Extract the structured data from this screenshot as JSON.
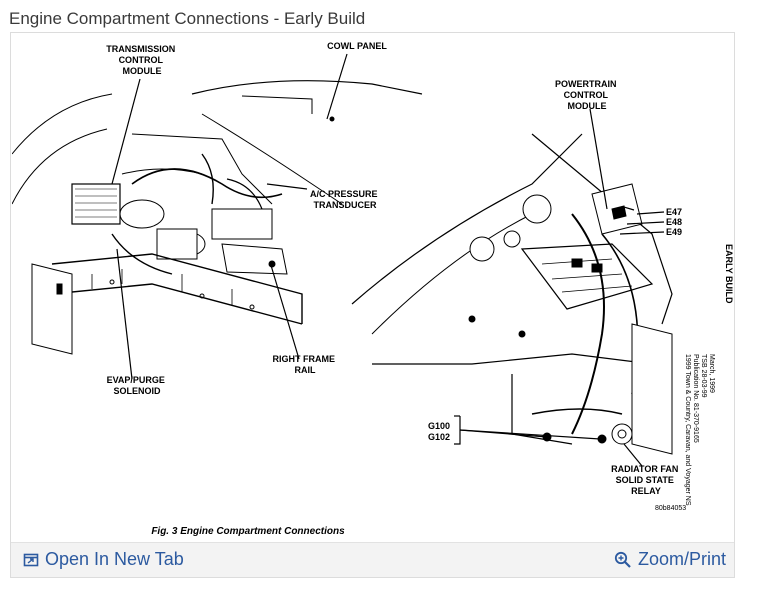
{
  "page": {
    "title": "Engine Compartment Connections - Early Build"
  },
  "diagram": {
    "labels": {
      "tcm": [
        "TRANSMISSION",
        "CONTROL",
        "MODULE"
      ],
      "cowl": "COWL PANEL",
      "ac": [
        "A/C PRESSURE",
        "TRANSDUCER"
      ],
      "frame": [
        "RIGHT FRAME",
        "RAIL"
      ],
      "evap": [
        "EVAP/PURGE",
        "SOLENOID"
      ],
      "pcm": [
        "POWERTRAIN",
        "CONTROL",
        "MODULE"
      ],
      "connectors": [
        "E47",
        "E48",
        "E49"
      ],
      "grounds": [
        "G100",
        "G102"
      ],
      "relay": [
        "RADIATOR FAN",
        "SOLID STATE",
        "RELAY"
      ],
      "figure_id": "80b84053",
      "caption": "Fig. 3 Engine Compartment Connections",
      "side_title": "EARLY BUILD",
      "side_note": [
        "1999 Town & Country, Caravan, and Voyager   NS",
        "Publication No. 81-370-9165",
        "TSB 28-03-99",
        "March, 1999"
      ]
    }
  },
  "footer": {
    "open_label": "Open In New Tab",
    "zoom_label": "Zoom/Print"
  }
}
